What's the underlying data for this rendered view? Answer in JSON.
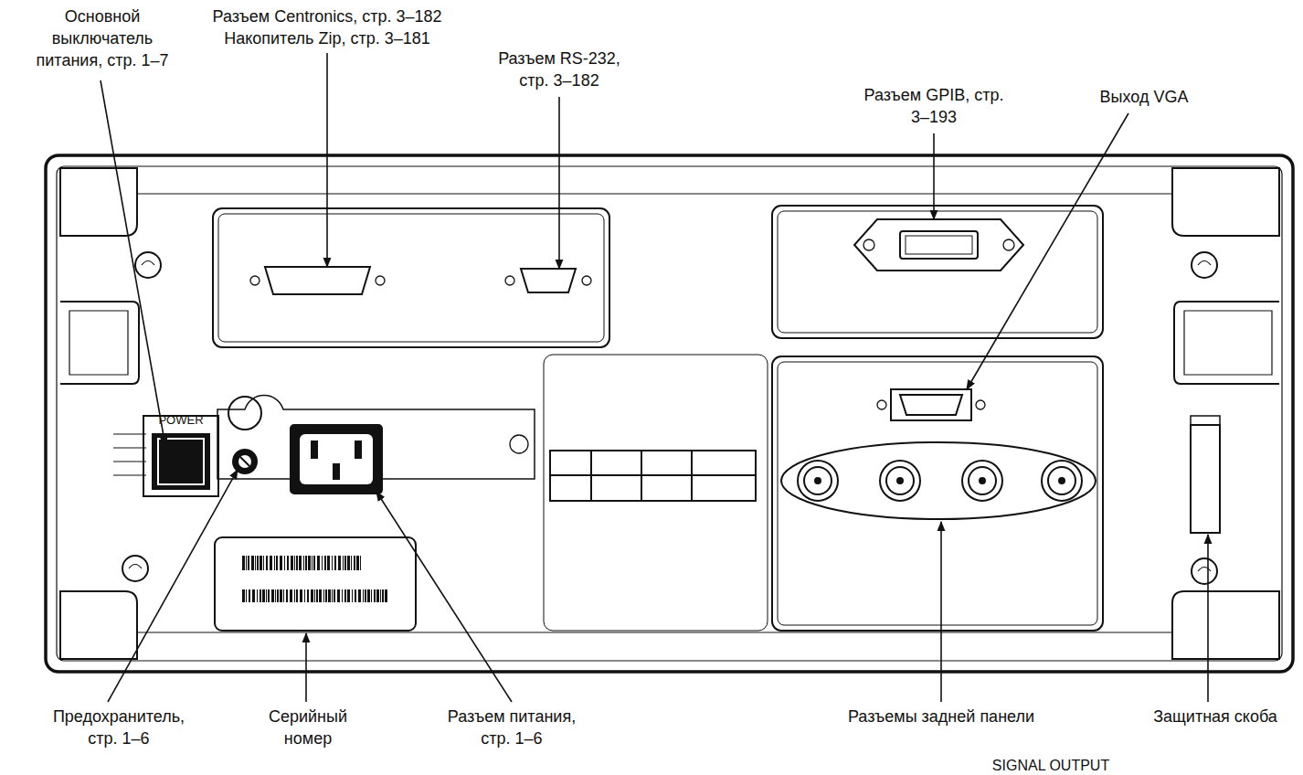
{
  "diagram": {
    "labels": [
      "Основной выключатель питания, стр. 1–7",
      "Разъем Centronics, стр. 3–182",
      "Накопитель Zip, стр. 3–181",
      "Разъем RS-232, стр. 3–182",
      "Разъем GPIB, стр. 3–193",
      "Выход VGA",
      "POWER",
      "Предохранитель, стр. 1–6",
      "Серийный номер",
      "Разъем питания, стр. 1–6",
      "Разъемы задней панели",
      "Защитная скоба",
      "SIGNAL OUTPUT"
    ]
  }
}
